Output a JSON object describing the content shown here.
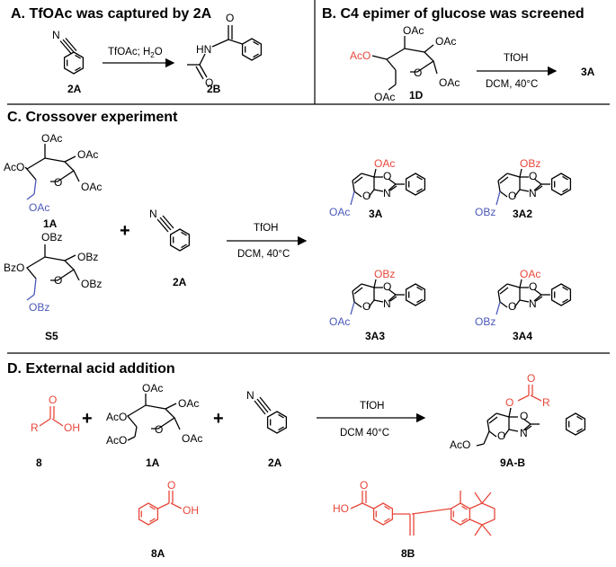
{
  "headings": {
    "A": "A. TfOAc was captured by 2A",
    "B": "B. C4  epimer of glucose was screened",
    "C": "C. Crossover experiment",
    "D": "D. External acid addition"
  },
  "conditions": {
    "a": "TfOAc; H",
    "a_sub": "2",
    "a_tail": "O",
    "b1": "TfOH",
    "b2": "DCM, 40°C",
    "c1": "TfOH",
    "c2": "DCM, 40°C",
    "d1": "TfOH",
    "d2": "DCM 40°C"
  },
  "labels": {
    "2A": "2A",
    "2B": "2B",
    "1D": "1D",
    "3A": "3A",
    "1A": "1A",
    "S5": "S5",
    "3A2": "3A2",
    "3A3": "3A3",
    "3A4": "3A4",
    "8": "8",
    "9AB": "9A-B",
    "8A": "8A",
    "8B": "8B"
  },
  "atoms": {
    "OAc": "OAc",
    "AcO": "AcO",
    "OBz": "OBz",
    "BzO": "BzO",
    "O": "O",
    "N": "N",
    "HN": "HN",
    "R": "R",
    "OH": "OH",
    "HO": "HO"
  },
  "colors": {
    "red": "#e8473a",
    "blue": "#4a58b8",
    "ink": "#000000"
  }
}
